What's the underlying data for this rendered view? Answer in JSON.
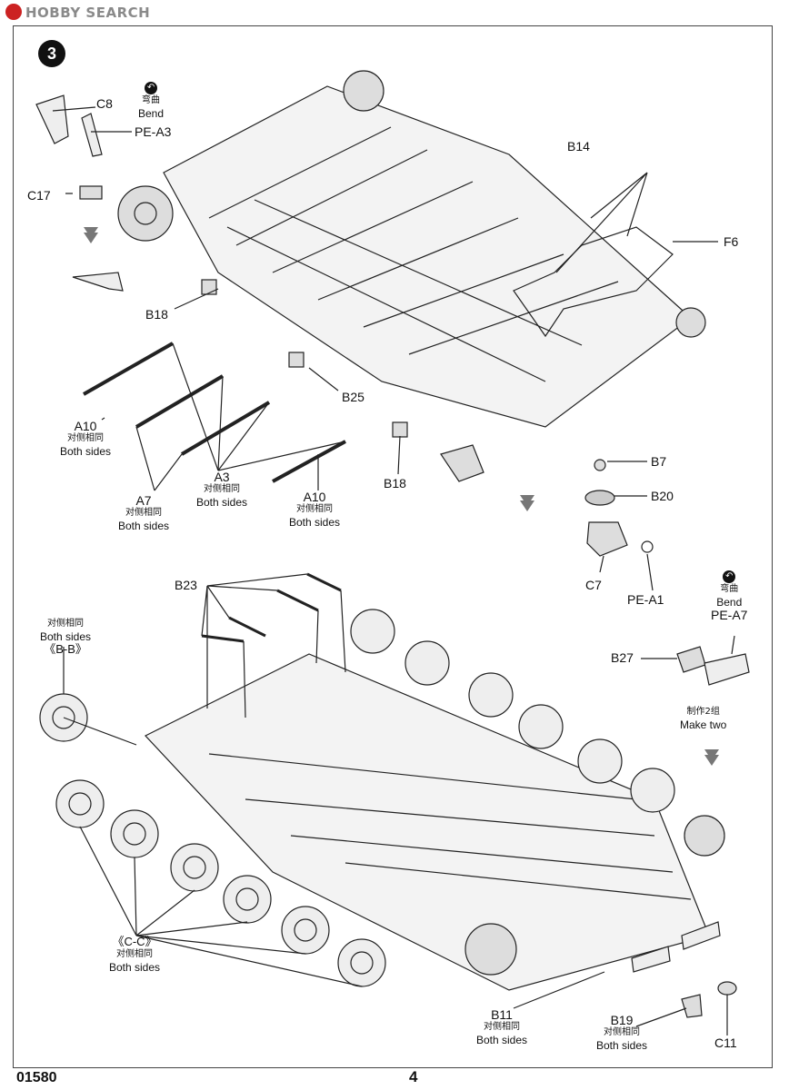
{
  "watermark": "HOBBY SEARCH",
  "step_number": "3",
  "bend": {
    "cn": "弯曲",
    "en": "Bend"
  },
  "both_sides": {
    "cn": "对侧相同",
    "en": "Both sides"
  },
  "make_two": {
    "cn": "制作2组",
    "en": "Make two"
  },
  "parts": {
    "c8": "C8",
    "pe_a3": "PE-A3",
    "c17": "C17",
    "b14": "B14",
    "f6": "F6",
    "b18_top": "B18",
    "b25": "B25",
    "b18_bottom": "B18",
    "a10_left": "A10",
    "a7": "A7",
    "a3": "A3",
    "a10_right": "A10",
    "b7": "B7",
    "b20": "B20",
    "c7": "C7",
    "pe_a1": "PE-A1",
    "b23": "B23",
    "pe_a7": "PE-A7",
    "b27": "B27",
    "bb": "《B-B》",
    "cc": "《C-C》",
    "b11": "B11",
    "b19": "B19",
    "c11": "C11"
  },
  "footer": {
    "code": "01580",
    "page": "4"
  }
}
